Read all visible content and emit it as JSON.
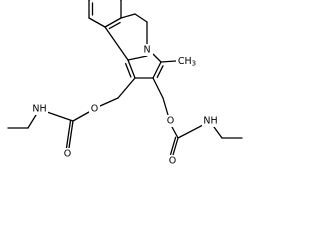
{
  "atoms": {
    "ring_nitrogen": "N",
    "methyl": "CH3",
    "left_ester_oxygen": "O",
    "left_carbonyl_oxygen": "O",
    "left_amide": "NH",
    "right_ester_oxygen": "O",
    "right_carbonyl_oxygen": "O",
    "right_amide": "NH"
  },
  "colors": {
    "bond": "#000000",
    "background": "#ffffff"
  }
}
